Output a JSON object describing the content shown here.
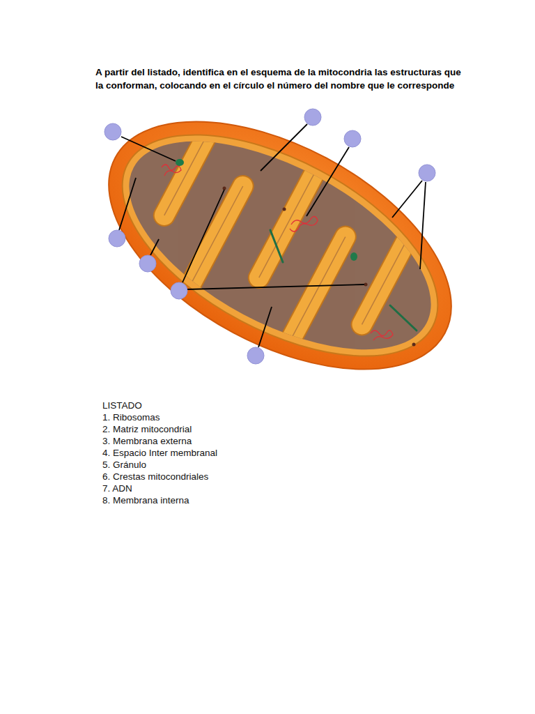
{
  "diagram": {
    "title": "A partir del listado, identifica en el esquema de la mitocondria las estructuras que la conforman, colocando en el círculo el número del nombre que le corresponde",
    "labels": [
      "LISTADO",
      "1. Ribosomas",
      "2. Matriz mitocondrial",
      "3. Membrana externa",
      "4. Espacio Inter membranal",
      "5. Gránulo",
      "6. Crestas mitocondriales",
      "7. ADN",
      "8. Membrana interna"
    ]
  }
}
